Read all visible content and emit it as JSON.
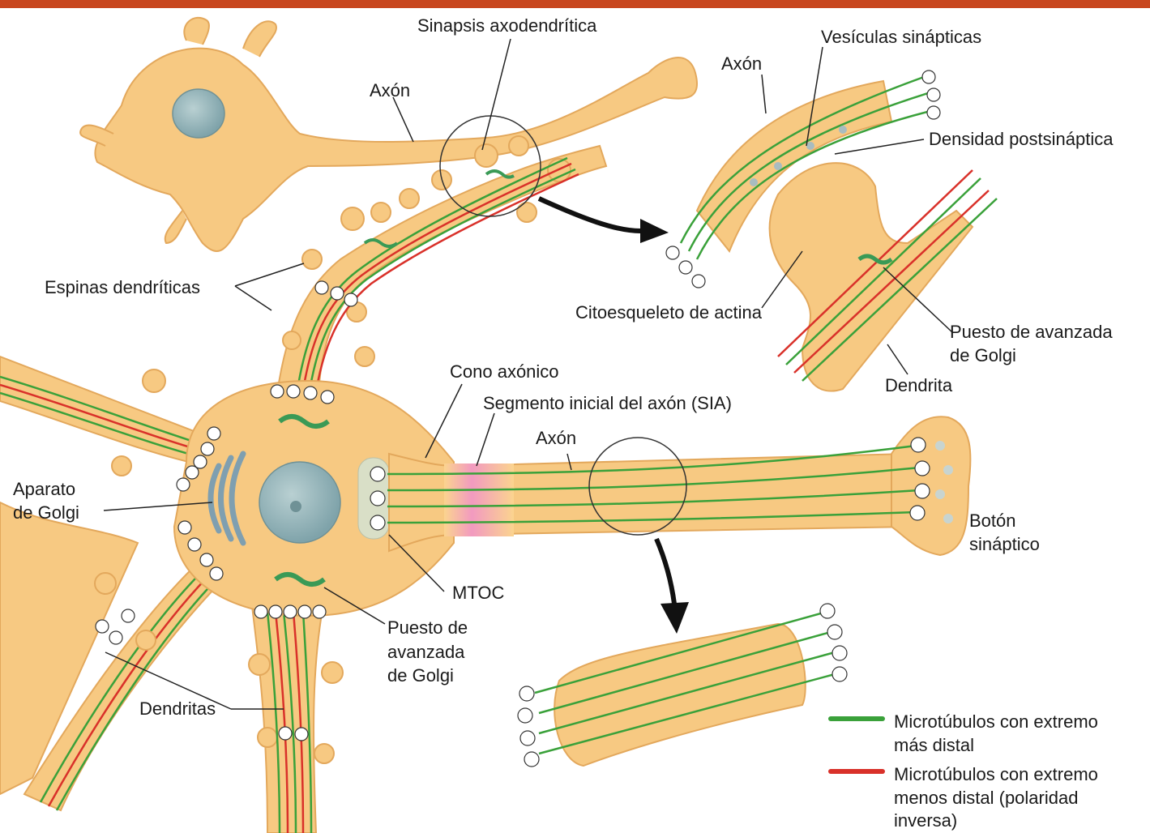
{
  "labels": {
    "sinapsis": "Sinapsis axodendrítica",
    "axon_top": "Axón",
    "axon_inset": "Axón",
    "vesiculas": "Vesículas sinápticas",
    "densidad": "Densidad postsináptica",
    "espinas": "Espinas dendríticas",
    "citoesqueleto": "Citoesqueleto de actina",
    "puesto_inset_1": "Puesto de avanzada",
    "puesto_inset_2": "de Golgi",
    "dendrita": "Dendrita",
    "cono": "Cono axónico",
    "segmento": "Segmento inicial del axón (SIA)",
    "axon_main": "Axón",
    "aparato_1": "Aparato",
    "aparato_2": "de Golgi",
    "mtoc": "MTOC",
    "boton_1": "Botón",
    "boton_2": "sináptico",
    "puesto_1": "Puesto de",
    "puesto_2": "avanzada",
    "puesto_3": "de Golgi",
    "dendritas": "Dendritas"
  },
  "legend": {
    "green_1": "Microtúbulos con extremo",
    "green_2": "más distal",
    "red_1": "Microtúbulos con extremo",
    "red_2": "menos distal (polaridad",
    "red_3": "inversa)"
  },
  "colors": {
    "membrane": "#f5c77e",
    "membrane_edge": "#e0a85a",
    "cytoplasm": "#fbd48f",
    "nucleus": "#8fb3b8",
    "microtubule_plus": "#3aa13a",
    "microtubule_minus": "#d9312a",
    "golgi_green": "#3a9a56",
    "golgi_blue": "#7f9fb0",
    "ais_pink": "#f08fb8",
    "header_bar": "#c8461e"
  }
}
